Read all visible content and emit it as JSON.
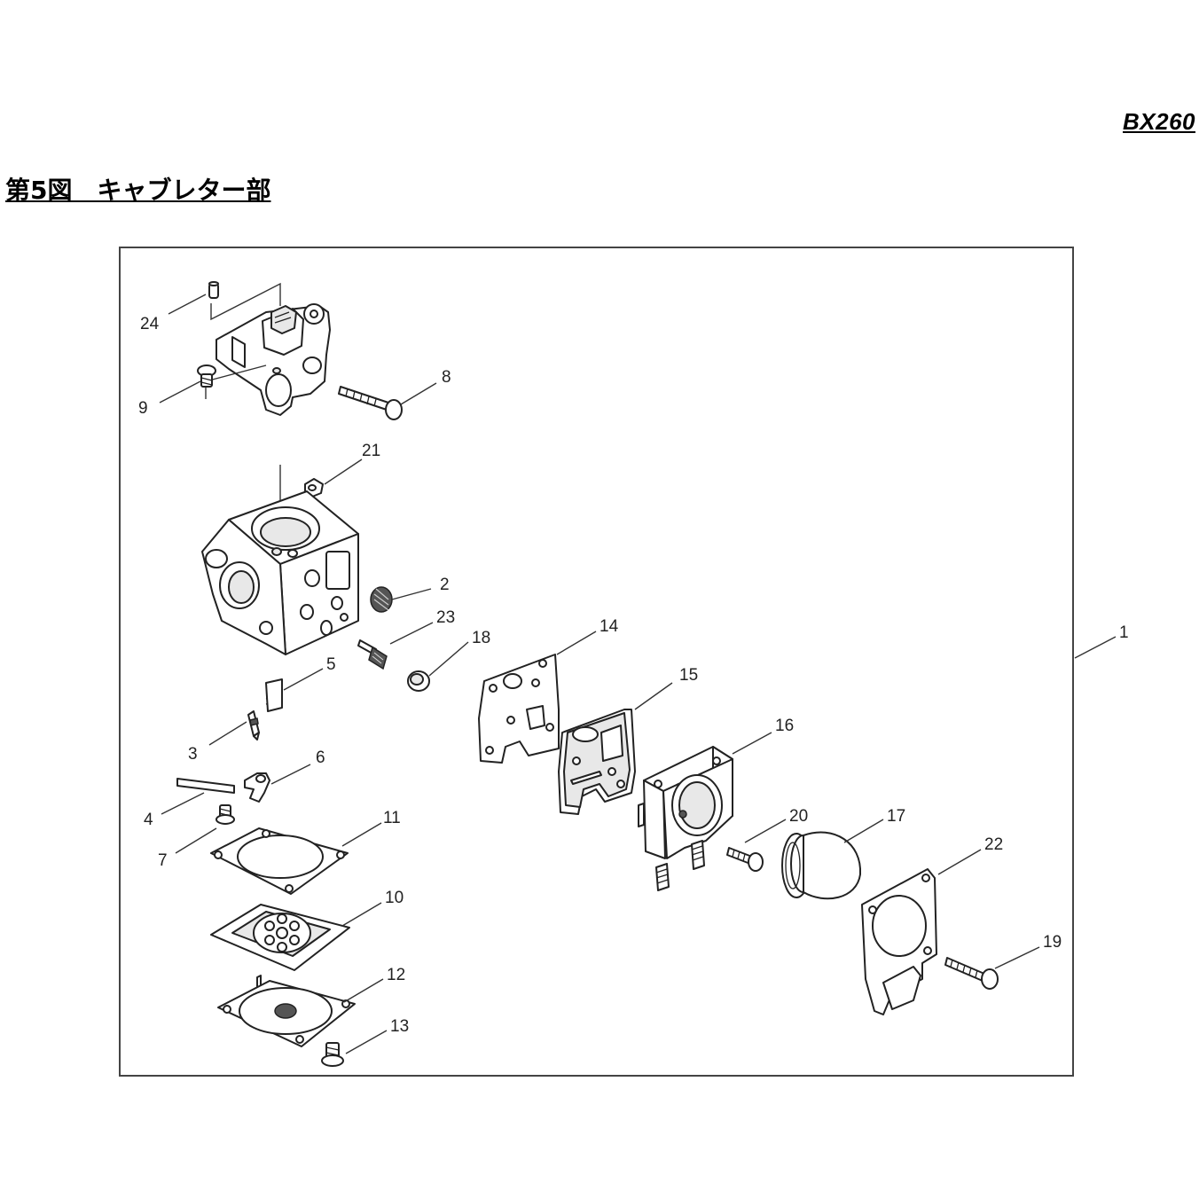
{
  "header": {
    "model": "BX260",
    "title": "第5図　キャブレター部"
  },
  "callouts": [
    {
      "id": "24",
      "text": "24"
    },
    {
      "id": "9",
      "text": "9"
    },
    {
      "id": "8",
      "text": "8"
    },
    {
      "id": "21",
      "text": "21"
    },
    {
      "id": "2",
      "text": "2"
    },
    {
      "id": "23",
      "text": "23"
    },
    {
      "id": "18",
      "text": "18"
    },
    {
      "id": "14",
      "text": "14"
    },
    {
      "id": "1",
      "text": "1"
    },
    {
      "id": "5",
      "text": "5"
    },
    {
      "id": "15",
      "text": "15"
    },
    {
      "id": "3",
      "text": "3"
    },
    {
      "id": "16",
      "text": "16"
    },
    {
      "id": "6",
      "text": "6"
    },
    {
      "id": "4",
      "text": "4"
    },
    {
      "id": "11",
      "text": "11"
    },
    {
      "id": "20",
      "text": "20"
    },
    {
      "id": "17",
      "text": "17"
    },
    {
      "id": "7",
      "text": "7"
    },
    {
      "id": "22",
      "text": "22"
    },
    {
      "id": "10",
      "text": "10"
    },
    {
      "id": "19",
      "text": "19"
    },
    {
      "id": "12",
      "text": "12"
    },
    {
      "id": "13",
      "text": "13"
    }
  ]
}
